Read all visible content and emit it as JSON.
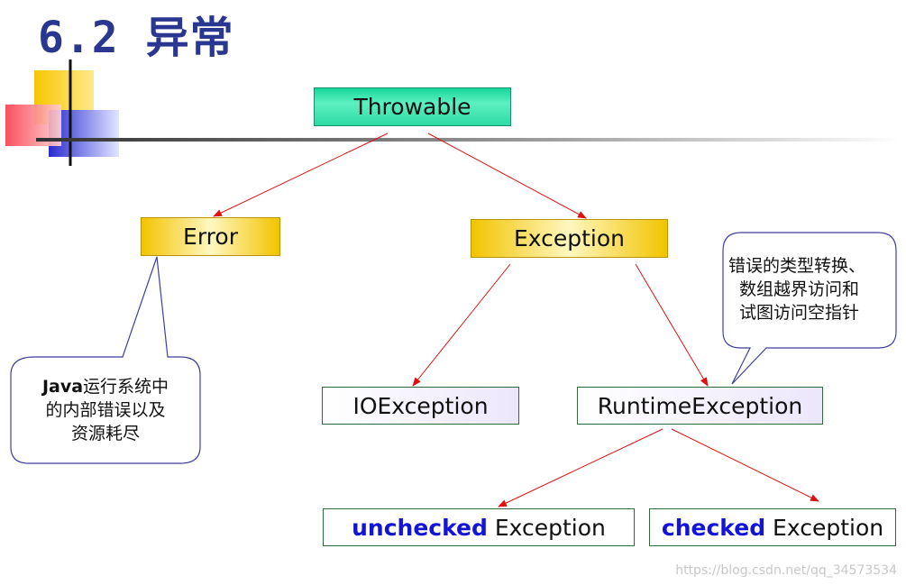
{
  "title": "6.2 异常",
  "nodes": {
    "throwable": "Throwable",
    "error": "Error",
    "exception": "Exception",
    "ioexception": "IOException",
    "runtime": "RuntimeException",
    "unchecked_kw": "unchecked",
    "unchecked_rest": " Exception",
    "checked_kw": "checked",
    "checked_rest": " Exception"
  },
  "callouts": {
    "error_note": {
      "bold": "Java",
      "line1_rest": "运行系统中",
      "line2": "的内部错误以及",
      "line3": "资源耗尽"
    },
    "runtime_note": {
      "line1": "错误的类型转换、",
      "line2": "数组越界访问和",
      "line3": "试图访问空指针"
    }
  },
  "watermark": "https://blog.csdn.net/qq_34573534",
  "colors": {
    "title": "#2a3790",
    "arrow": "#e01010",
    "keyword": "#1414d8",
    "callout_border": "#3f3f9f"
  }
}
